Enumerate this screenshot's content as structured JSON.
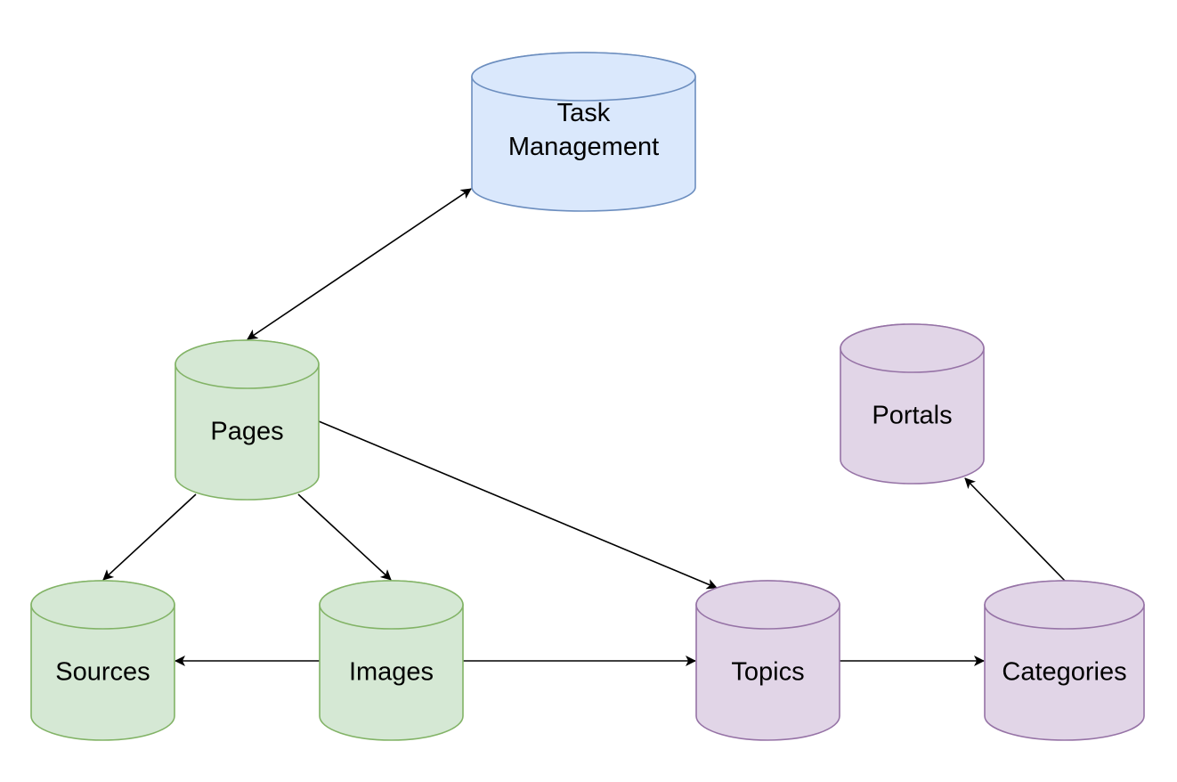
{
  "diagram": {
    "nodes": [
      {
        "id": "task_management",
        "lines": [
          "Task",
          "Management"
        ],
        "fill": "#dae8fc",
        "stroke": "#6c8ebf"
      },
      {
        "id": "pages",
        "lines": [
          "Pages"
        ],
        "fill": "#d5e8d4",
        "stroke": "#82b366"
      },
      {
        "id": "sources",
        "lines": [
          "Sources"
        ],
        "fill": "#d5e8d4",
        "stroke": "#82b366"
      },
      {
        "id": "images",
        "lines": [
          "Images"
        ],
        "fill": "#d5e8d4",
        "stroke": "#82b366"
      },
      {
        "id": "topics",
        "lines": [
          "Topics"
        ],
        "fill": "#e1d5e7",
        "stroke": "#9673a6"
      },
      {
        "id": "categories",
        "lines": [
          "Categories"
        ],
        "fill": "#e1d5e7",
        "stroke": "#9673a6"
      },
      {
        "id": "portals",
        "lines": [
          "Portals"
        ],
        "fill": "#e1d5e7",
        "stroke": "#9673a6"
      }
    ],
    "edges": [
      {
        "from": "pages",
        "to": "task_management",
        "bidirectional": true
      },
      {
        "from": "pages",
        "to": "sources",
        "bidirectional": false
      },
      {
        "from": "pages",
        "to": "images",
        "bidirectional": false
      },
      {
        "from": "pages",
        "to": "topics",
        "bidirectional": false
      },
      {
        "from": "images",
        "to": "sources",
        "bidirectional": false
      },
      {
        "from": "images",
        "to": "topics",
        "bidirectional": false
      },
      {
        "from": "topics",
        "to": "categories",
        "bidirectional": false
      },
      {
        "from": "categories",
        "to": "portals",
        "bidirectional": false
      }
    ]
  }
}
